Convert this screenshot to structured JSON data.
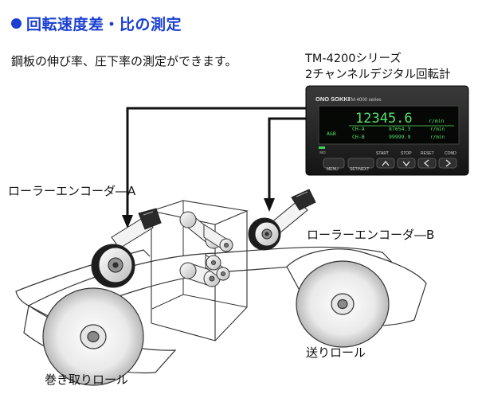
{
  "title": "回転速度差・比の測定",
  "subtitle": "鋼板の伸び率、圧下率の測定ができます。",
  "product": {
    "line1": "TM-4200シリーズ",
    "line2": "2チャンネルデジタル回転計"
  },
  "labels": {
    "encoder_a": "ローラーエンコーダ―A",
    "encoder_b": "ローラーエンコーダ―B",
    "feed_roll": "送りロール",
    "winding_roll": "巻き取りロール"
  },
  "device": {
    "brand": "ONO SOKKI",
    "series": "TM-4000 series",
    "main_value": "12345.6",
    "main_unit": "r/min",
    "mode": "A&B",
    "ch_a_label": "CH-A",
    "ch_a_value": "87654.3",
    "ch_a_unit": "r/min",
    "ch_b_label": "CH-B",
    "ch_b_value": "99999.9",
    "ch_b_unit": "r/min",
    "indicator": "SIG",
    "buttons_top": [
      "START",
      "STOP",
      "RESET",
      "COND"
    ],
    "buttons_bottom": [
      "MENU",
      "SET/NEXT"
    ]
  },
  "colors": {
    "title": "#1a3fd1",
    "display_green": "#58e06a",
    "device_body": "#1c1c1c"
  }
}
